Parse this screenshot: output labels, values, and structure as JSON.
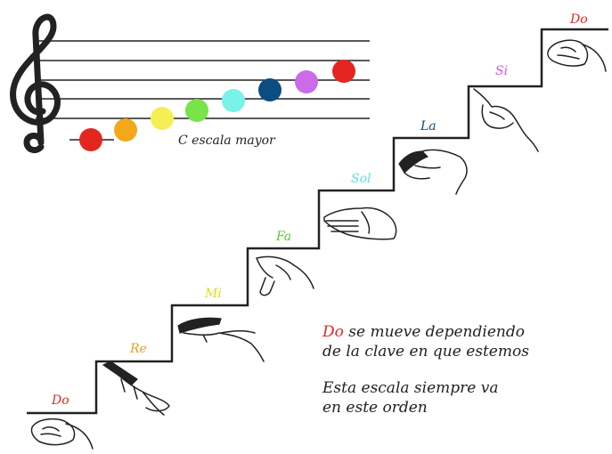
{
  "staff": {
    "scale_name": "C escala mayor",
    "notes": [
      {
        "name": "Do",
        "color": "#e52620"
      },
      {
        "name": "Re",
        "color": "#f3a81b"
      },
      {
        "name": "Mi",
        "color": "#f6ee55"
      },
      {
        "name": "Fa",
        "color": "#79e34a"
      },
      {
        "name": "Sol",
        "color": "#79f2e9"
      },
      {
        "name": "La",
        "color": "#0b4d80"
      },
      {
        "name": "Si",
        "color": "#cc6ae8"
      },
      {
        "name": "Do",
        "color": "#e52620"
      }
    ]
  },
  "stairs": {
    "steps": [
      {
        "label": "Do",
        "color": "#e52620",
        "hand": "closed-fist-hand-icon"
      },
      {
        "label": "Re",
        "color": "#e8a020",
        "hand": "flat-hand-slanted-icon"
      },
      {
        "label": "Mi",
        "color": "#e6da2a",
        "hand": "flat-hand-horizontal-icon"
      },
      {
        "label": "Fa",
        "color": "#59cf2a",
        "hand": "thumb-down-hand-icon"
      },
      {
        "label": "Sol",
        "color": "#5ce2dd",
        "hand": "open-palm-hand-icon"
      },
      {
        "label": "La",
        "color": "#0b4d80",
        "hand": "relaxed-hand-icon"
      },
      {
        "label": "Si",
        "color": "#c45fe0",
        "hand": "pointing-up-hand-icon"
      },
      {
        "label": "Do",
        "color": "#e52620",
        "hand": "closed-fist-hand-icon"
      }
    ]
  },
  "captions": {
    "line1_highlight": "Do",
    "line1_highlight_color": "#e52620",
    "line1_rest": " se mueve dependiendo",
    "line2": "de la clave en que estemos",
    "line3": "Esta escala siempre va",
    "line4": "en este orden"
  }
}
